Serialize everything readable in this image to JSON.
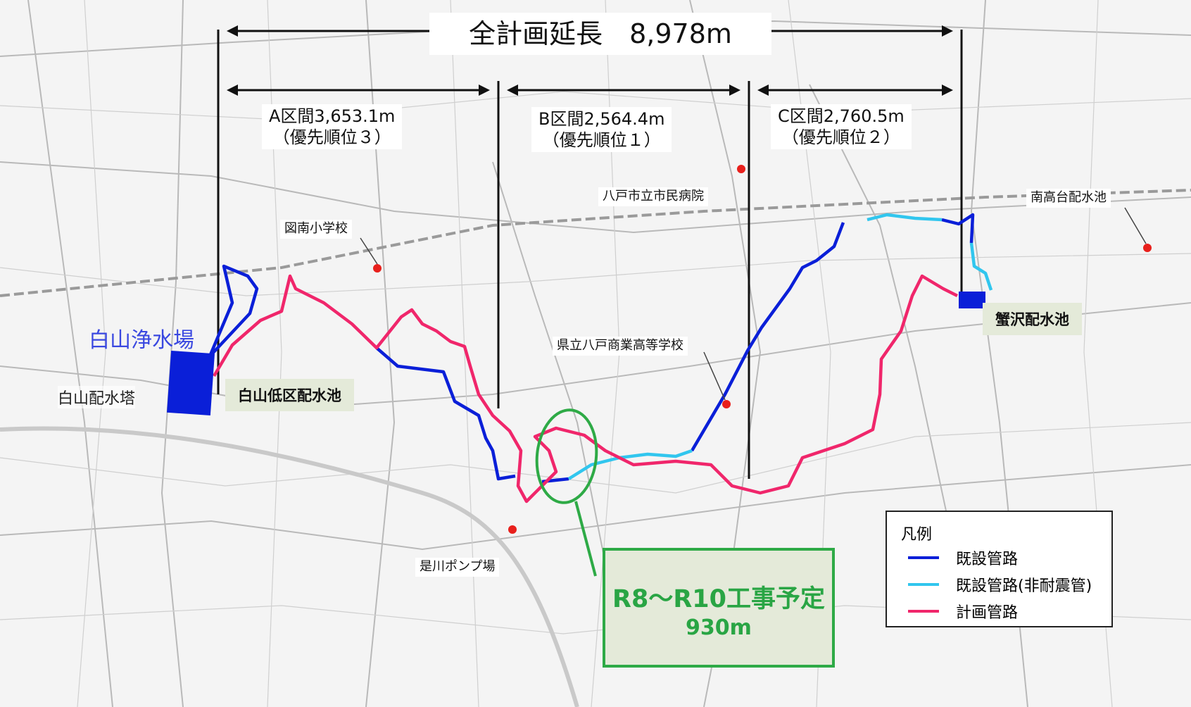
{
  "colors": {
    "existing": "#0a1fd8",
    "existing_non_seismic": "#31c6ee",
    "planned": "#f0266b",
    "highlight": "#2eaa46",
    "facility_dot": "#e8201c",
    "label_bg_green": "#e4ead9"
  },
  "title": {
    "total_length": "全計画延長　8,978m"
  },
  "sections": [
    {
      "line1": "A区間3,653.1m",
      "line2": "（優先順位３）"
    },
    {
      "line1": "B区間2,564.4m",
      "line2": "（優先順位１）"
    },
    {
      "line1": "C区間2,760.5m",
      "line2": "（優先順位２）"
    }
  ],
  "places": {
    "hakusan_plant": "白山浄水場",
    "hakusan_tower": "白山配水塔",
    "hakusan_low_reservoir": "白山低区配水池",
    "tonan_school": "図南小学校",
    "city_hospital": "八戸市立市民病院",
    "commercial_school": "県立八戸商業高等学校",
    "korekawa_pump": "是川ポンプ場",
    "kanisawa_reservoir": "蟹沢配水池",
    "minami_kodai_reservoir": "南高台配水池"
  },
  "construction": {
    "line1": "R8～R10工事予定",
    "line2": "930m"
  },
  "legend": {
    "title": "凡例",
    "items": [
      {
        "label": "既設管路",
        "color": "#0a1fd8"
      },
      {
        "label": "既設管路(非耐震管)",
        "color": "#31c6ee"
      },
      {
        "label": "計画管路",
        "color": "#f0266b"
      }
    ]
  }
}
